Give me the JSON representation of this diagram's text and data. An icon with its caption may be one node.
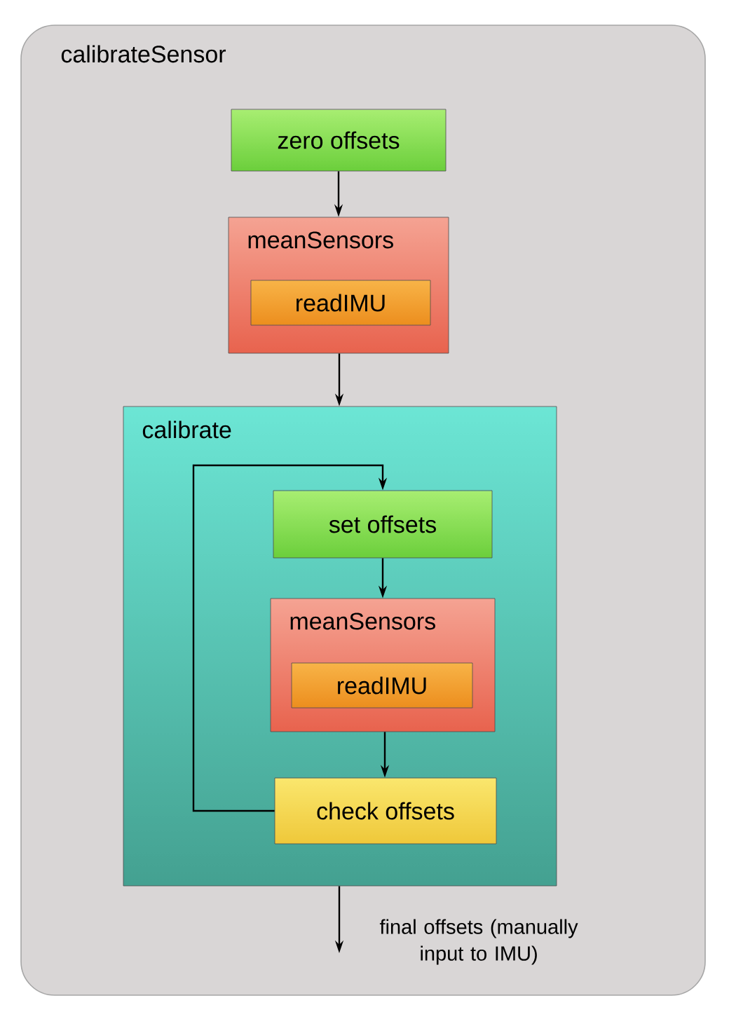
{
  "diagram": {
    "nodes": [
      {
        "text": [
          "calibrateSensor"
        ]
      },
      {
        "text": [
          "zero offsets"
        ],
        "in": 0
      },
      {
        "text": [
          "meanSensors"
        ],
        "in": 0
      },
      {
        "text": [
          "readIMU"
        ],
        "in": 2
      },
      {
        "text": [
          "calibrate"
        ],
        "in": 0
      },
      {
        "text": [
          "set offsets"
        ],
        "in": 4
      },
      {
        "text": [
          "meanSensors"
        ],
        "in": 4
      },
      {
        "text": [
          "readIMU"
        ],
        "in": 6
      },
      {
        "text": [
          "check offsets"
        ],
        "in": 4
      }
    ],
    "edges": [
      {
        "from": 1,
        "to": 2,
        "arrow": "to"
      },
      {
        "from": 2,
        "to": 4,
        "arrow": "to"
      },
      {
        "from": 5,
        "to": 6,
        "arrow": "to"
      },
      {
        "from": 6,
        "to": 8,
        "arrow": "to"
      },
      {
        "from": 8,
        "to": 5,
        "arrow": "to"
      },
      {
        "from": 4,
        "to": null,
        "arrow": "to",
        "label": "final offsets (manually input to IMU)"
      }
    ]
  }
}
